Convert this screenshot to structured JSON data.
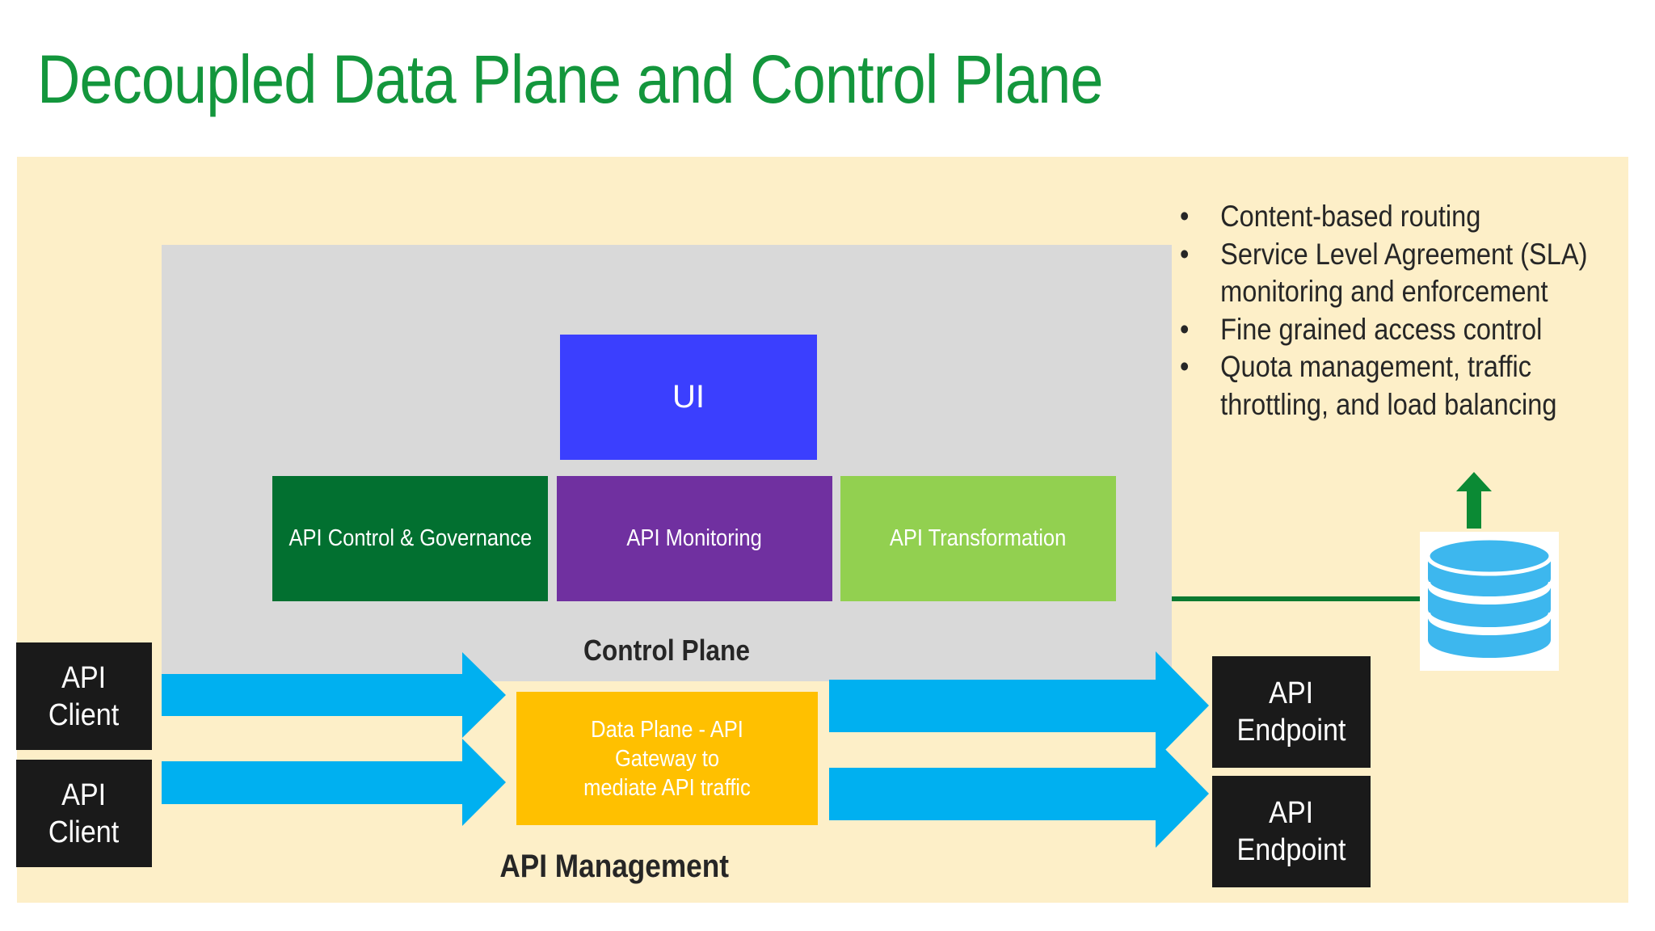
{
  "title": "Decoupled Data Plane and Control Plane",
  "colors": {
    "title": "#13963c",
    "background_panel": "#fdefc8",
    "control_plane_panel": "#d9d9d9",
    "ui_box": "#3b3ffe",
    "api_control": "#027030",
    "api_monitoring": "#7030a0",
    "api_transformation": "#92d050",
    "data_plane": "#ffc000",
    "arrows": "#00b0f0",
    "connector_line": "#0b7a30",
    "database": "#3db7ee",
    "black_boxes": "#1a1a1a"
  },
  "control_plane": {
    "label": "Control Plane",
    "ui_label": "UI",
    "modules": [
      {
        "label": "API Control & Governance"
      },
      {
        "label": "API Monitoring"
      },
      {
        "label": "API Transformation"
      }
    ]
  },
  "data_plane": {
    "line1": "Data Plane - API Gateway to",
    "line2": "mediate API traffic"
  },
  "api_management_label": "API Management",
  "clients": [
    {
      "line1": "API",
      "line2": "Client"
    },
    {
      "line1": "API",
      "line2": "Client"
    }
  ],
  "endpoints": [
    {
      "line1": "API",
      "line2": "Endpoint"
    },
    {
      "line1": "API",
      "line2": "Endpoint"
    }
  ],
  "features": [
    {
      "line1": "Content-based routing",
      "line2": ""
    },
    {
      "line1": "Service Level Agreement (SLA)",
      "line2": "monitoring and enforcement"
    },
    {
      "line1": "Fine grained access control",
      "line2": ""
    },
    {
      "line1": "Quota management, traffic",
      "line2": "throttling, and load balancing"
    }
  ],
  "icons": {
    "database": "database-icon",
    "up_arrow": "up-arrow-icon"
  }
}
